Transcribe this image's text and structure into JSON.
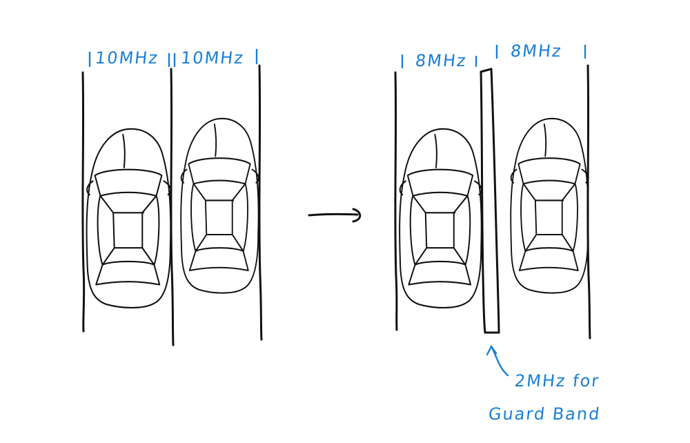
{
  "labels": {
    "left_lane_1": "10MHz",
    "left_lane_2": "10MHz",
    "right_lane_1": "8MHz",
    "right_lane_2": "8MHz",
    "guard_band_line1": "2MHz for",
    "guard_band_line2": "Guard Band"
  },
  "colors": {
    "ink": "#111111",
    "annotation": "#1a7fd6",
    "background": "#ffffff"
  }
}
